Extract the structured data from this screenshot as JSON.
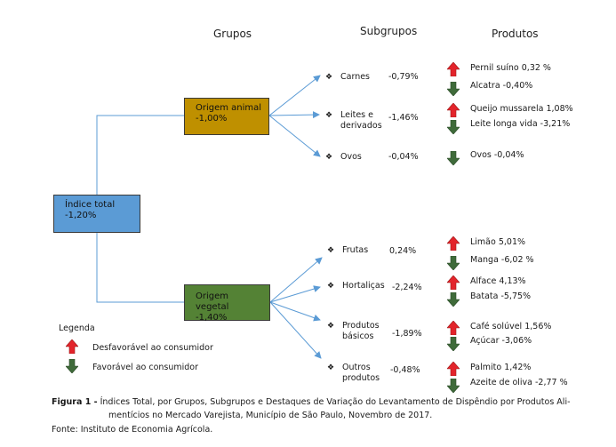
{
  "headers": {
    "grupos": "Grupos",
    "subgrupos": "Subgrupos",
    "produtos": "Produtos"
  },
  "total": {
    "name": "Índice total",
    "value": "-1,20%"
  },
  "groups": {
    "animal": {
      "name": "Origem animal",
      "value": "-1,00%",
      "color": "#bf9000"
    },
    "vegetal": {
      "name": "Origem vegetal",
      "value": "-1,40%",
      "color": "#548235"
    }
  },
  "subgroups": [
    {
      "line1": "Carnes",
      "line2": "",
      "value": "-0,79%"
    },
    {
      "line1": "Leites e",
      "line2": "derivados",
      "value": "-1,46%"
    },
    {
      "line1": "Ovos",
      "line2": "",
      "value": "-0,04%"
    },
    {
      "line1": "Frutas",
      "line2": "",
      "value": "0,24%"
    },
    {
      "line1": "Hortaliças",
      "line2": "",
      "value": "-2,24%"
    },
    {
      "line1": "Produtos",
      "line2": "básicos",
      "value": "-1,89%"
    },
    {
      "line1": "Outros",
      "line2": "produtos",
      "value": "-0,48%"
    }
  ],
  "diamond_symbol": "❖",
  "products": [
    {
      "text": "Pernil suíno 0,32 %",
      "direction": "up"
    },
    {
      "text": "Alcatra -0,40%",
      "direction": "down"
    },
    {
      "text": "Queijo mussarela 1,08%",
      "direction": "up"
    },
    {
      "text": "Leite longa vida -3,21%",
      "direction": "down"
    },
    {
      "text": "Ovos -0,04%",
      "direction": "down"
    },
    {
      "text": "Limão 5,01%",
      "direction": "up"
    },
    {
      "text": "Manga -6,02 %",
      "direction": "down"
    },
    {
      "text": "Alface 4,13%",
      "direction": "up"
    },
    {
      "text": "Batata -5,75%",
      "direction": "down"
    },
    {
      "text": "Café solúvel 1,56%",
      "direction": "up"
    },
    {
      "text": "Açúcar -3,06%",
      "direction": "down"
    },
    {
      "text": "Palmito 1,42%",
      "direction": "up"
    },
    {
      "text": "Azeite de oliva -2,77 %",
      "direction": "down"
    }
  ],
  "legend": {
    "title": "Legenda",
    "up_label": "Desfavorável ao consumidor",
    "down_label": "Favorável ao consumidor"
  },
  "caption": {
    "label": "Figura 1 -",
    "line1": " Índices Total, por Grupos, Subgrupos e Destaques de Variação do Levantamento de Dispêndio por Produtos Ali-",
    "line2": "mentícios no Mercado Varejista, Município de São Paulo, Novembro de 2017.",
    "source": "Fonte: Instituto de Economia Agrícola."
  },
  "colors": {
    "up_arrow": "#e3242b",
    "down_arrow": "#3f6b3a",
    "connector": "#5b9bd5",
    "total_box": "#5b9bd5"
  }
}
